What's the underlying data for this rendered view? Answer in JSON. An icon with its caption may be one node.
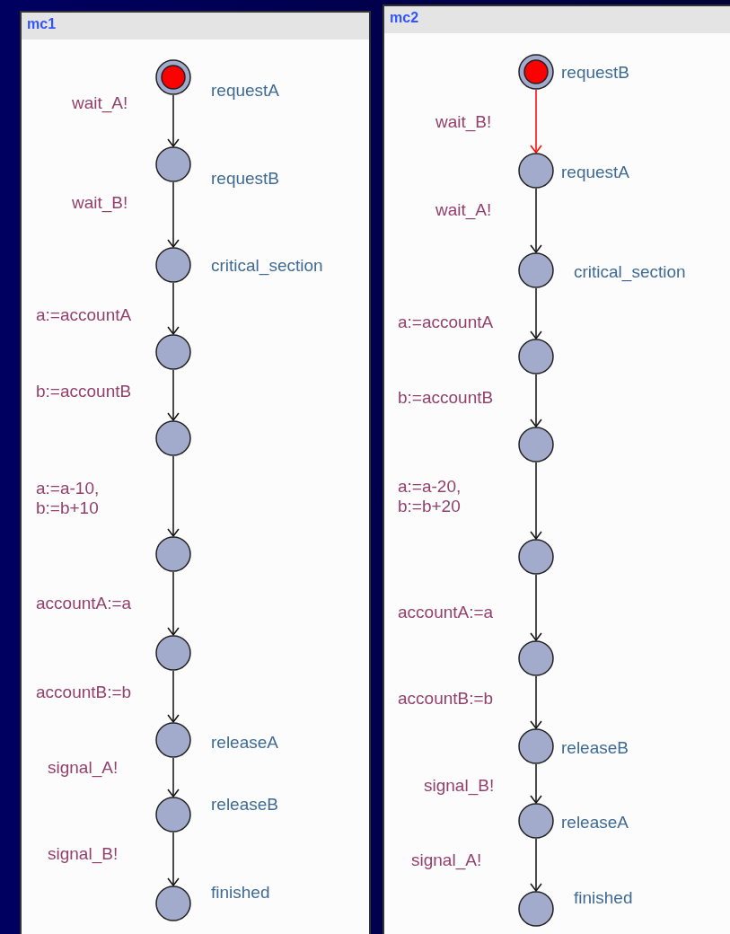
{
  "diagram": {
    "nodes": [
      {
        "text": [
          "mc1"
        ]
      },
      {
        "text": [],
        "shape": "double-circle",
        "in": 0,
        "beside": [
          "requestA"
        ]
      },
      {
        "text": [],
        "shape": "circle",
        "in": 0,
        "beside": [
          "requestB"
        ]
      },
      {
        "text": [],
        "shape": "circle",
        "in": 0,
        "beside": [
          "critical_section"
        ]
      },
      {
        "text": [],
        "shape": "circle",
        "in": 0
      },
      {
        "text": [],
        "shape": "circle",
        "in": 0
      },
      {
        "text": [],
        "shape": "circle",
        "in": 0
      },
      {
        "text": [],
        "shape": "circle",
        "in": 0
      },
      {
        "text": [],
        "shape": "circle",
        "in": 0,
        "beside": [
          "releaseA"
        ]
      },
      {
        "text": [],
        "shape": "circle",
        "in": 0,
        "beside": [
          "releaseB"
        ]
      },
      {
        "text": [],
        "shape": "circle",
        "in": 0,
        "beside": [
          "finished"
        ]
      },
      {
        "text": [
          "mc2"
        ]
      },
      {
        "text": [],
        "shape": "double-circle",
        "in": 11,
        "beside": [
          "requestB"
        ]
      },
      {
        "text": [],
        "shape": "circle",
        "in": 11,
        "beside": [
          "requestA"
        ]
      },
      {
        "text": [],
        "shape": "circle",
        "in": 11,
        "beside": [
          "critical_section"
        ]
      },
      {
        "text": [],
        "shape": "circle",
        "in": 11
      },
      {
        "text": [],
        "shape": "circle",
        "in": 11
      },
      {
        "text": [],
        "shape": "circle",
        "in": 11
      },
      {
        "text": [],
        "shape": "circle",
        "in": 11
      },
      {
        "text": [],
        "shape": "circle",
        "in": 11,
        "beside": [
          "releaseB"
        ]
      },
      {
        "text": [],
        "shape": "circle",
        "in": 11,
        "beside": [
          "releaseA"
        ]
      },
      {
        "text": [],
        "shape": "circle",
        "in": 11,
        "beside": [
          "finished"
        ]
      }
    ],
    "edges": [
      {
        "from": 1,
        "to": 2,
        "arrow": "to",
        "label": "wait_A!"
      },
      {
        "from": 2,
        "to": 3,
        "arrow": "to",
        "label": "wait_B!"
      },
      {
        "from": 3,
        "to": 4,
        "arrow": "to",
        "label": "a:=accountA"
      },
      {
        "from": 4,
        "to": 5,
        "arrow": "to",
        "label": "b:=accountB"
      },
      {
        "from": 5,
        "to": 6,
        "arrow": "to",
        "label": "a:=a-10, b:=b+10"
      },
      {
        "from": 6,
        "to": 7,
        "arrow": "to",
        "label": "accountA:=a"
      },
      {
        "from": 7,
        "to": 8,
        "arrow": "to",
        "label": "accountB:=b"
      },
      {
        "from": 8,
        "to": 9,
        "arrow": "to",
        "label": "signal_A!"
      },
      {
        "from": 9,
        "to": 10,
        "arrow": "to",
        "label": "signal_B!"
      },
      {
        "from": 12,
        "to": 13,
        "arrow": "to",
        "label": "wait_B!",
        "color": "#ff0000"
      },
      {
        "from": 13,
        "to": 14,
        "arrow": "to",
        "label": "wait_A!"
      },
      {
        "from": 14,
        "to": 15,
        "arrow": "to",
        "label": "a:=accountA"
      },
      {
        "from": 15,
        "to": 16,
        "arrow": "to",
        "label": "b:=accountB"
      },
      {
        "from": 16,
        "to": 17,
        "arrow": "to",
        "label": "a:=a-20, b:=b+20"
      },
      {
        "from": 17,
        "to": 18,
        "arrow": "to",
        "label": "accountA:=a"
      },
      {
        "from": 18,
        "to": 19,
        "arrow": "to",
        "label": "accountB:=b"
      },
      {
        "from": 19,
        "to": 20,
        "arrow": "to",
        "label": "signal_B!"
      },
      {
        "from": 20,
        "to": 21,
        "arrow": "to",
        "label": "signal_A!"
      }
    ]
  }
}
